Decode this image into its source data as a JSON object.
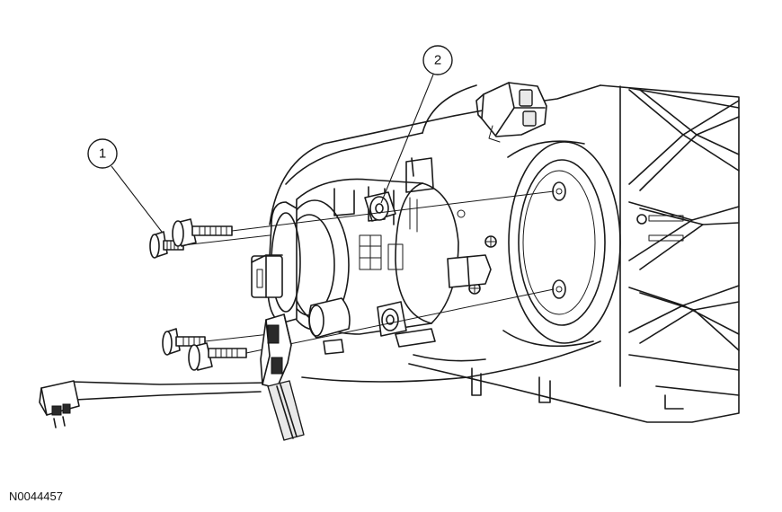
{
  "diagram": {
    "callouts": [
      {
        "label": "1"
      },
      {
        "label": "2"
      }
    ],
    "reference_code": "N0044457"
  }
}
